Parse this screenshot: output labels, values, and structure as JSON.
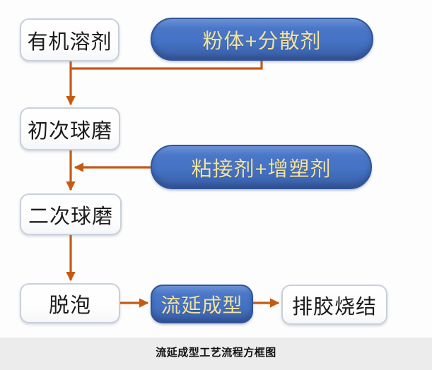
{
  "diagram": {
    "title": "流延成型工艺流程方框图",
    "nodes": {
      "organic_solvent": {
        "label": "有机溶剂",
        "type": "process-box"
      },
      "powder_dispersant": {
        "label": "粉体+分散剂",
        "type": "input-pill"
      },
      "first_ball_milling": {
        "label": "初次球磨",
        "type": "process-box"
      },
      "binder_plasticizer": {
        "label": "粘接剂+增塑剂",
        "type": "input-pill"
      },
      "second_ball_milling": {
        "label": "二次球磨",
        "type": "process-box"
      },
      "defoaming": {
        "label": "脱泡",
        "type": "process-box"
      },
      "tape_casting": {
        "label": "流延成型",
        "type": "highlight-pill"
      },
      "debinding_sintering": {
        "label": "排胶烧结",
        "type": "process-box"
      }
    },
    "edges": [
      {
        "from": "organic_solvent",
        "to": "first_ball_milling"
      },
      {
        "from": "powder_dispersant",
        "to": "first_ball_milling"
      },
      {
        "from": "first_ball_milling",
        "to": "second_ball_milling"
      },
      {
        "from": "binder_plasticizer",
        "to": "second_ball_milling"
      },
      {
        "from": "second_ball_milling",
        "to": "defoaming"
      },
      {
        "from": "defoaming",
        "to": "tape_casting"
      },
      {
        "from": "tape_casting",
        "to": "debinding_sintering"
      }
    ],
    "caption": "流延成型工艺流程方框图",
    "colors": {
      "arrow": "#C55A11",
      "pill_fill": "#4472C4",
      "pill_border": "#2F5597",
      "pill_text": "#F2E3A0",
      "box_border": "#C9D0DA",
      "box_text": "#1C1C1C",
      "caption_bg": "#ECECEC",
      "caption_text": "#111111"
    }
  }
}
